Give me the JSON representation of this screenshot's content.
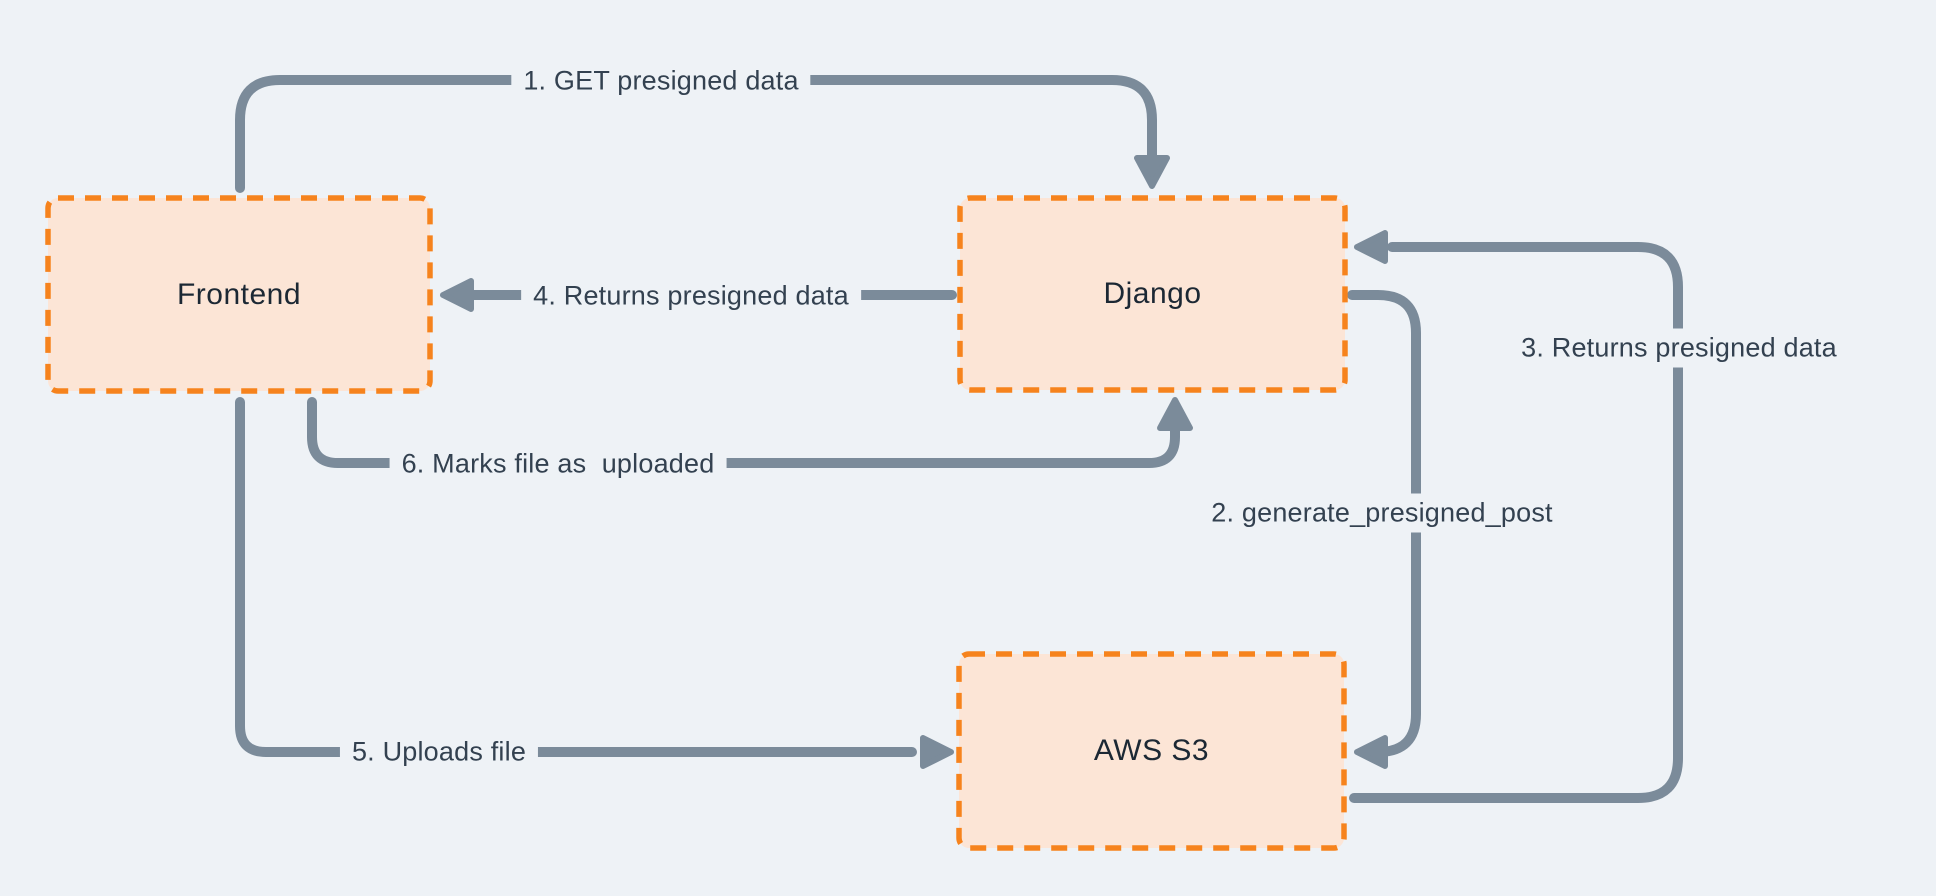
{
  "diagram": {
    "background_color": "#eef2f6",
    "arrow_color": "#7b8b9a",
    "node_fill_color": "#fce5d6",
    "node_border_color": "#f6831d",
    "node_text_color": "#1c2834",
    "edge_label_color": "#334150"
  },
  "nodes": {
    "frontend": {
      "label": "Frontend"
    },
    "django": {
      "label": "Django"
    },
    "aws_s3": {
      "label": "AWS S3"
    }
  },
  "edges": {
    "e1": {
      "label": "1. GET presigned data",
      "from": "Frontend",
      "to": "Django"
    },
    "e2": {
      "label": "2. generate_presigned_post",
      "from": "Django",
      "to": "AWS S3"
    },
    "e3": {
      "label": "3. Returns presigned data",
      "from": "AWS S3",
      "to": "Django"
    },
    "e4": {
      "label": "4. Returns presigned data",
      "from": "Django",
      "to": "Frontend"
    },
    "e5": {
      "label": "5. Uploads file",
      "from": "Frontend",
      "to": "AWS S3"
    },
    "e6": {
      "label": "6. Marks file as  uploaded",
      "from": "Frontend",
      "to": "Django"
    }
  }
}
